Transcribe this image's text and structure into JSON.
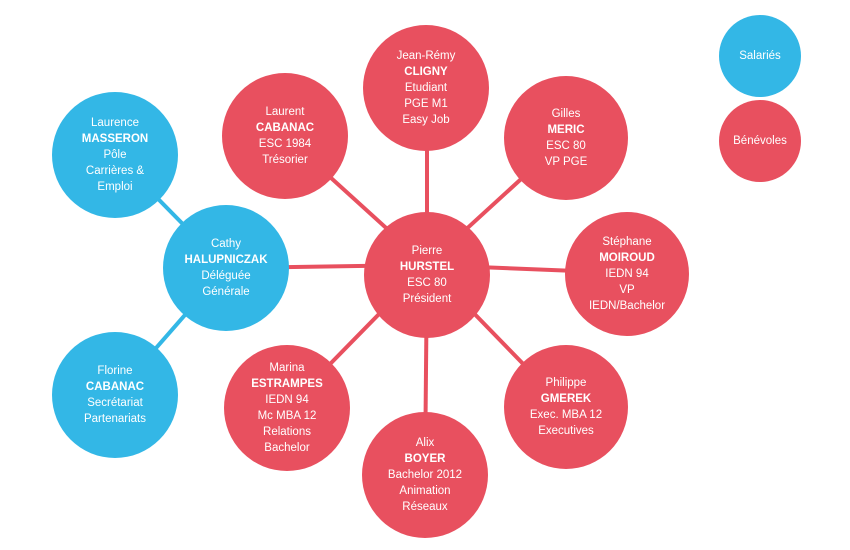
{
  "legend": {
    "salaries": "Salariés",
    "benevoles": "Bénévoles"
  },
  "colors": {
    "salaries": "#33b7e6",
    "benevoles": "#e8505f"
  },
  "people": {
    "hurstel": {
      "first": "Pierre",
      "last": "HURSTEL",
      "lines": [
        "ESC 80",
        "Président"
      ]
    },
    "cligny": {
      "first": "Jean-Rémy",
      "last": "CLIGNY",
      "lines": [
        "Etudiant",
        "PGE M1",
        "Easy Job"
      ]
    },
    "cabanac_l": {
      "first": "Laurent",
      "last": "CABANAC",
      "lines": [
        "ESC 1984",
        "Trésorier"
      ]
    },
    "meric": {
      "first": "Gilles",
      "last": "MERIC",
      "lines": [
        "ESC 80",
        "VP PGE"
      ]
    },
    "moiroud": {
      "first": "Stéphane",
      "last": "MOIROUD",
      "lines": [
        "IEDN 94",
        "VP",
        "IEDN/Bachelor"
      ]
    },
    "gmerek": {
      "first": "Philippe",
      "last": "GMEREK",
      "lines": [
        "Exec. MBA 12",
        "Executives"
      ]
    },
    "boyer": {
      "first": "Alix",
      "last": "BOYER",
      "lines": [
        "Bachelor 2012",
        "Animation",
        "Réseaux"
      ]
    },
    "estrampes": {
      "first": "Marina",
      "last": "ESTRAMPES",
      "lines": [
        "IEDN 94",
        "Mc MBA 12",
        "Relations",
        "Bachelor"
      ]
    },
    "halupniczak": {
      "first": "Cathy",
      "last": "HALUPNICZAK",
      "lines": [
        "Déléguée",
        "Générale"
      ]
    },
    "masseron": {
      "first": "Laurence",
      "last": "MASSERON",
      "lines": [
        "Pôle",
        "Carrières &",
        "Emploi"
      ]
    },
    "cabanac_f": {
      "first": "Florine",
      "last": "CABANAC",
      "lines": [
        "Secrétariat",
        "Partenariats"
      ]
    }
  }
}
